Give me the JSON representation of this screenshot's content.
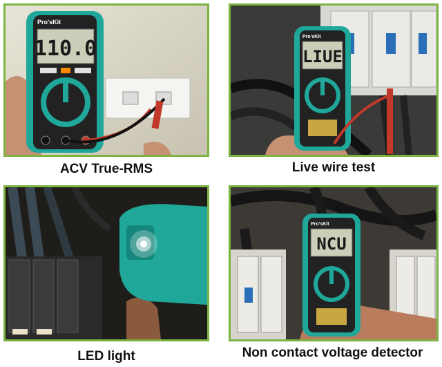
{
  "panels": [
    {
      "caption": "ACV True-RMS",
      "display": "110.0",
      "brand": "Pro'sKit"
    },
    {
      "caption": "Live wire test",
      "display": "LIUE",
      "brand": "Pro'sKit"
    },
    {
      "caption": "LED light",
      "display": "",
      "brand": ""
    },
    {
      "caption": "Non contact voltage detector",
      "display": "NCU",
      "brand": "Pro'sKit"
    }
  ],
  "colors": {
    "border": "#7cb342",
    "meter_body": "#1fa79a",
    "lcd": "#c9cfb8"
  }
}
